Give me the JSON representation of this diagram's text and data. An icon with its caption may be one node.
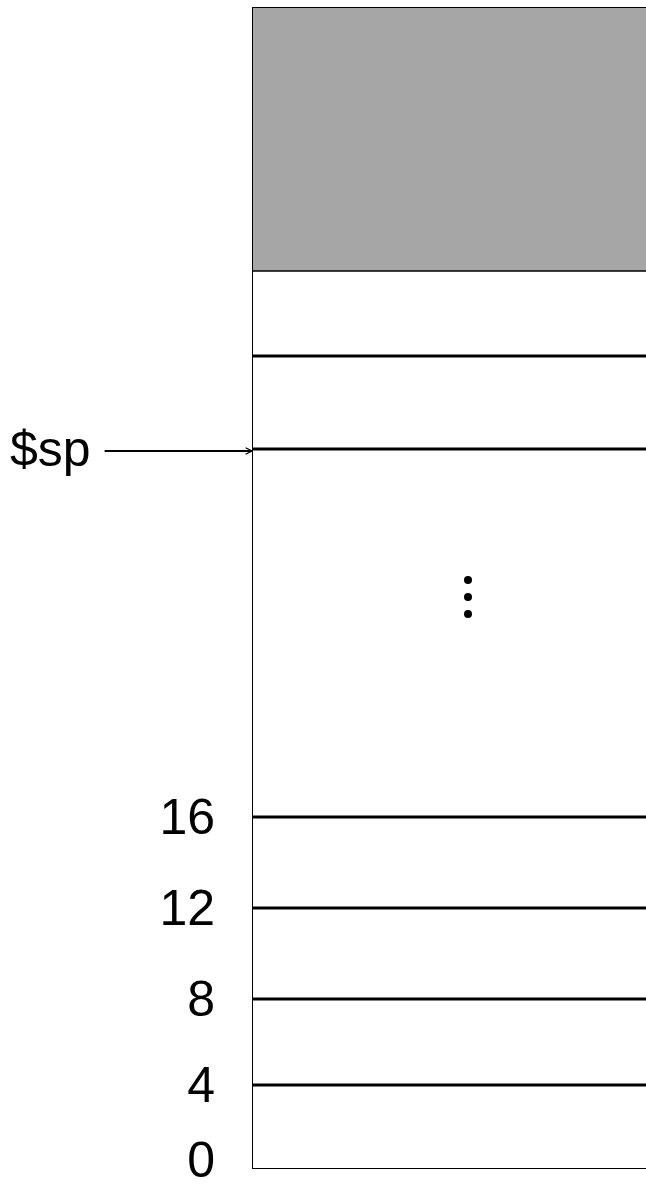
{
  "diagram": {
    "nodes": [
      {
        "text": [
          "$sp"
        ]
      },
      {
        "text": [],
        "shape": "box"
      }
    ],
    "edges": [
      {
        "from": 0,
        "to": 1,
        "arrow": "to"
      }
    ],
    "labels": [
      "16",
      "12",
      "8",
      "4",
      "0"
    ]
  }
}
